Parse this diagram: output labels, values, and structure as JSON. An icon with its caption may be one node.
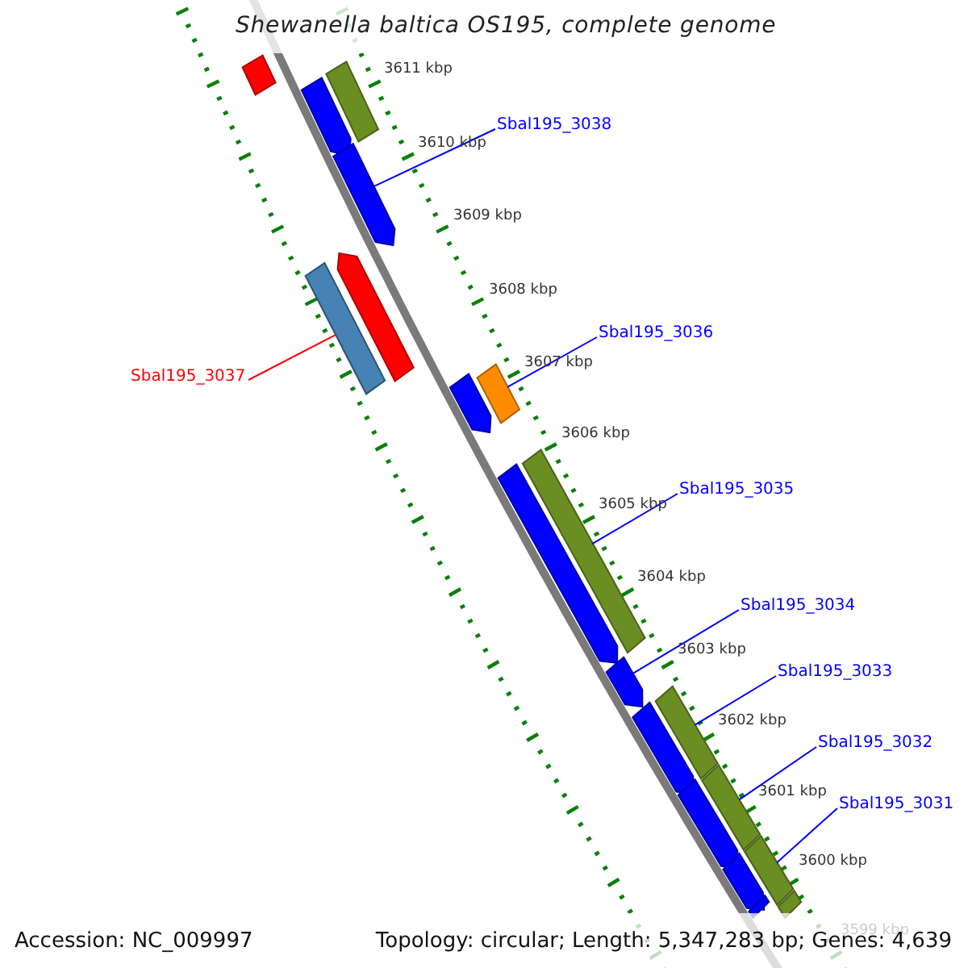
{
  "diagram": {
    "title": "Shewanella baltica OS195, complete genome",
    "nodes": [
      {
        "text": [],
        "shape": "bar"
      },
      {
        "text": [],
        "shape": "bar"
      },
      {
        "text": [],
        "shape": "bar"
      },
      {
        "text": [
          "Sbal195_3038"
        ]
      },
      {
        "text": [],
        "shape": "bar"
      },
      {
        "text": [
          "Sbal195_3037"
        ]
      },
      {
        "text": [],
        "shape": "bar"
      },
      {
        "text": [],
        "shape": "bar"
      },
      {
        "text": [
          "Sbal195_3036"
        ]
      },
      {
        "text": [],
        "shape": "bar"
      },
      {
        "text": [],
        "shape": "bar"
      },
      {
        "text": [
          "Sbal195_3035"
        ]
      },
      {
        "text": [],
        "shape": "bar"
      },
      {
        "text": [],
        "shape": "bar"
      },
      {
        "text": [
          "Sbal195_3034"
        ]
      },
      {
        "text": [],
        "shape": "bar"
      },
      {
        "text": [
          "Sbal195_3033"
        ]
      },
      {
        "text": [],
        "shape": "bar"
      },
      {
        "text": [],
        "shape": "bar"
      },
      {
        "text": [
          "Sbal195_3032"
        ]
      },
      {
        "text": [],
        "shape": "bar"
      },
      {
        "text": [],
        "shape": "bar"
      },
      {
        "text": [
          "Sbal195_3031"
        ]
      },
      {
        "text": [],
        "shape": "bar"
      },
      {
        "text": [],
        "shape": "bar"
      },
      {
        "text": [],
        "shape": "bar"
      },
      {
        "text": [],
        "shape": "bar"
      }
    ],
    "edges": [
      {
        "from": 3,
        "to": 4,
        "arrow": "none"
      },
      {
        "from": 5,
        "to": 7,
        "arrow": "none",
        "color": "#ff0000"
      },
      {
        "from": 8,
        "to": 9,
        "arrow": "none"
      },
      {
        "from": 11,
        "to": 12,
        "arrow": "none"
      },
      {
        "from": 14,
        "to": 15,
        "arrow": "none"
      },
      {
        "from": 16,
        "to": 17,
        "arrow": "none"
      },
      {
        "from": 19,
        "to": 20,
        "arrow": "none"
      },
      {
        "from": 22,
        "to": 23,
        "arrow": "none"
      }
    ],
    "labels": [
      "3611 kbp",
      "3610 kbp",
      "3609 kbp",
      "3608 kbp",
      "3607 kbp",
      "3606 kbp",
      "3605 kbp",
      "3604 kbp",
      "3603 kbp",
      "3602 kbp",
      "3601 kbp",
      "3600 kbp",
      "3599 kbp",
      "Accession: NC_009997",
      "Topology: circular; Length: 5,347,283 bp; Genes: 4,639"
    ]
  }
}
